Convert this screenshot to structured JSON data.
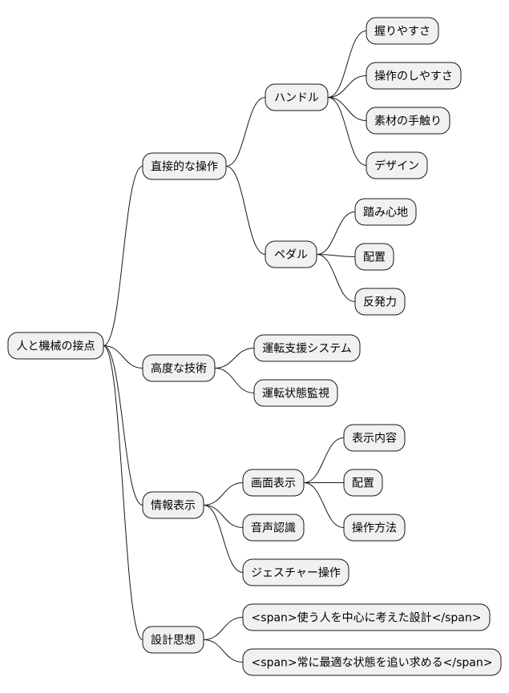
{
  "mindmap": {
    "label": "人と機械の接点",
    "children": [
      {
        "label": "直接的な操作",
        "children": [
          {
            "label": "ハンドル",
            "children": [
              {
                "label": "握りやすさ"
              },
              {
                "label": "操作のしやすさ"
              },
              {
                "label": "素材の手触り"
              },
              {
                "label": "デザイン"
              }
            ]
          },
          {
            "label": "ペダル",
            "children": [
              {
                "label": "踏み心地"
              },
              {
                "label": "配置"
              },
              {
                "label": "反発力"
              }
            ]
          }
        ]
      },
      {
        "label": "高度な技術",
        "children": [
          {
            "label": "運転支援システム"
          },
          {
            "label": "運転状態監視"
          }
        ]
      },
      {
        "label": "情報表示",
        "children": [
          {
            "label": "画面表示",
            "children": [
              {
                "label": "表示内容"
              },
              {
                "label": "配置"
              },
              {
                "label": "操作方法"
              }
            ]
          },
          {
            "label": "音声認識"
          },
          {
            "label": "ジェスチャー操作"
          }
        ]
      },
      {
        "label": "設計思想",
        "children": [
          {
            "label": "<span>使う人を中心に考えた設計</span>"
          },
          {
            "label": "<span>常に最適な状態を追い求める</span>"
          }
        ]
      }
    ]
  },
  "colors": {
    "node_fill": "#f1f1f1",
    "node_stroke": "#181818",
    "edge": "#181818"
  }
}
